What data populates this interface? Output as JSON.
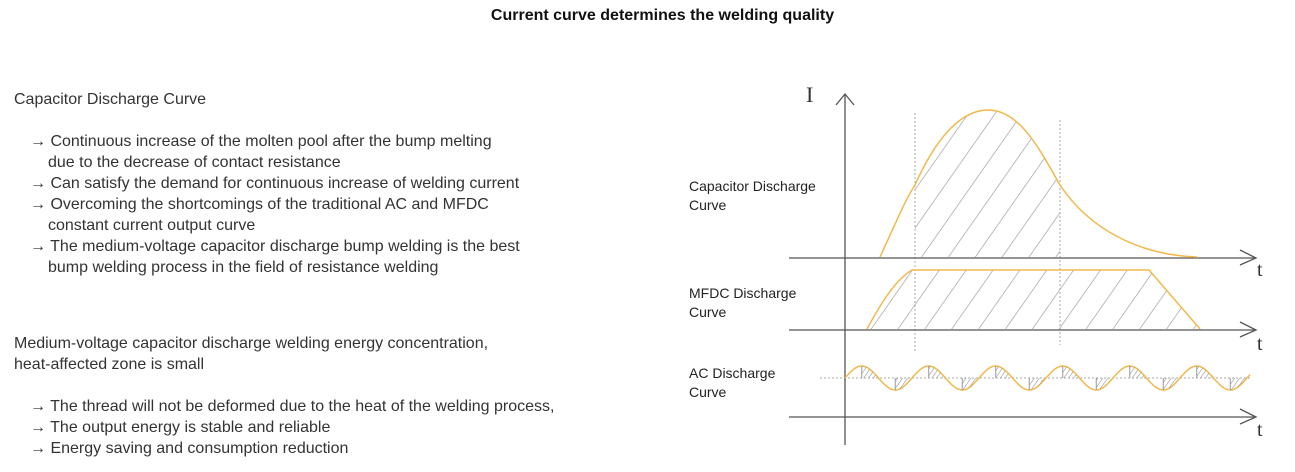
{
  "title": "Current curve determines the welding quality",
  "section1": {
    "heading": "Capacitor Discharge Curve",
    "items": [
      "→ Continuous increase of the molten pool after the bump melting",
      "due to the decrease of contact resistance",
      "→ Can satisfy the demand for continuous increase of welding current",
      "→ Overcoming the shortcomings of the traditional AC and MFDC",
      "constant current output curve",
      "→ The medium-voltage capacitor discharge bump welding is the best",
      "bump welding process in the field of resistance welding"
    ]
  },
  "section2": {
    "heading": [
      "Medium-voltage capacitor discharge welding energy concentration,",
      "heat-affected zone is small"
    ],
    "items": [
      "→ The thread will not be deformed due to the heat of the welding process,",
      "→ The output energy is stable and reliable",
      "→ Energy saving and consumption reduction"
    ]
  },
  "diagram": {
    "y_axis": "I",
    "x_axis": "t",
    "labels": [
      [
        "Capacitor Discharge",
        "Curve"
      ],
      [
        "MFDC Discharge",
        "Curve"
      ],
      [
        "AC Discharge",
        "Curve"
      ]
    ],
    "colors": {
      "curve": "#f2b84b",
      "axis": "#555555",
      "hatch": "#999999"
    }
  }
}
